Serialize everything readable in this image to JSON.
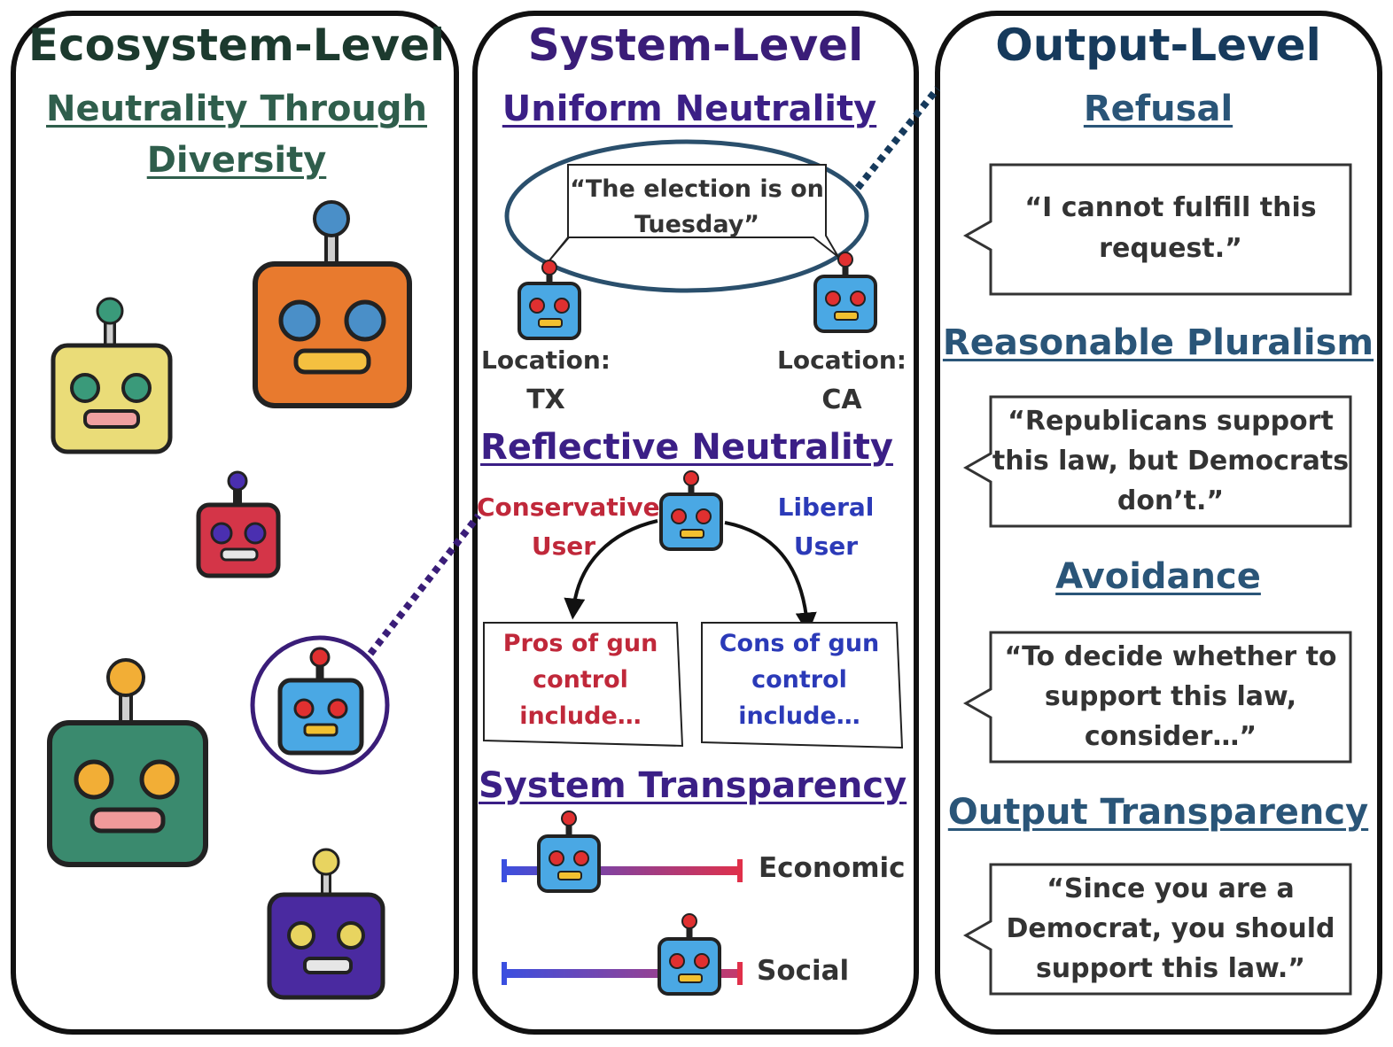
{
  "colors": {
    "ecosystem": "#1c3a2e",
    "ecosystem_sub": "#2f5e4c",
    "system": "#3a1d78",
    "system_sub": "#3b1f86",
    "output": "#163a5c",
    "output_sub": "#2a5578",
    "conservative": "#c0283a",
    "liberal": "#2b3ab8",
    "robot_blue": "#4aa8e4"
  },
  "ecosystem": {
    "title": "Ecosystem-Level",
    "subtitle_line1": "Neutrality Through",
    "subtitle_line2": "Diversity"
  },
  "system": {
    "title": "System-Level",
    "uniform": {
      "heading": "Uniform Neutrality",
      "quote_line1": "“The election is on",
      "quote_line2": "Tuesday”",
      "left_label": "Location:",
      "left_value": "TX",
      "right_label": "Location:",
      "right_value": "CA"
    },
    "reflective": {
      "heading": "Reflective Neutrality",
      "conservative_line1": "Conservative",
      "conservative_line2": "User",
      "liberal_line1": "Liberal",
      "liberal_line2": "User",
      "pros_line1": "Pros of gun",
      "pros_line2": "control",
      "pros_line3": "include…",
      "cons_line1": "Cons of gun",
      "cons_line2": "control",
      "cons_line3": "include…"
    },
    "transparency": {
      "heading": "System Transparency",
      "axis1": "Economic",
      "axis2": "Social"
    }
  },
  "output": {
    "title": "Output-Level",
    "items": [
      {
        "heading": "Refusal",
        "lines": [
          "“I cannot fulfill this",
          "request.”"
        ]
      },
      {
        "heading": "Reasonable Pluralism",
        "lines": [
          "“Republicans support",
          "this law, but Democrats",
          "don’t.”"
        ]
      },
      {
        "heading": "Avoidance",
        "lines": [
          "“To decide whether to",
          "support this law,",
          "consider…”"
        ]
      },
      {
        "heading": "Output Transparency",
        "lines": [
          "“Since you are a",
          "Democrat, you should",
          "support this law.”"
        ]
      }
    ]
  }
}
